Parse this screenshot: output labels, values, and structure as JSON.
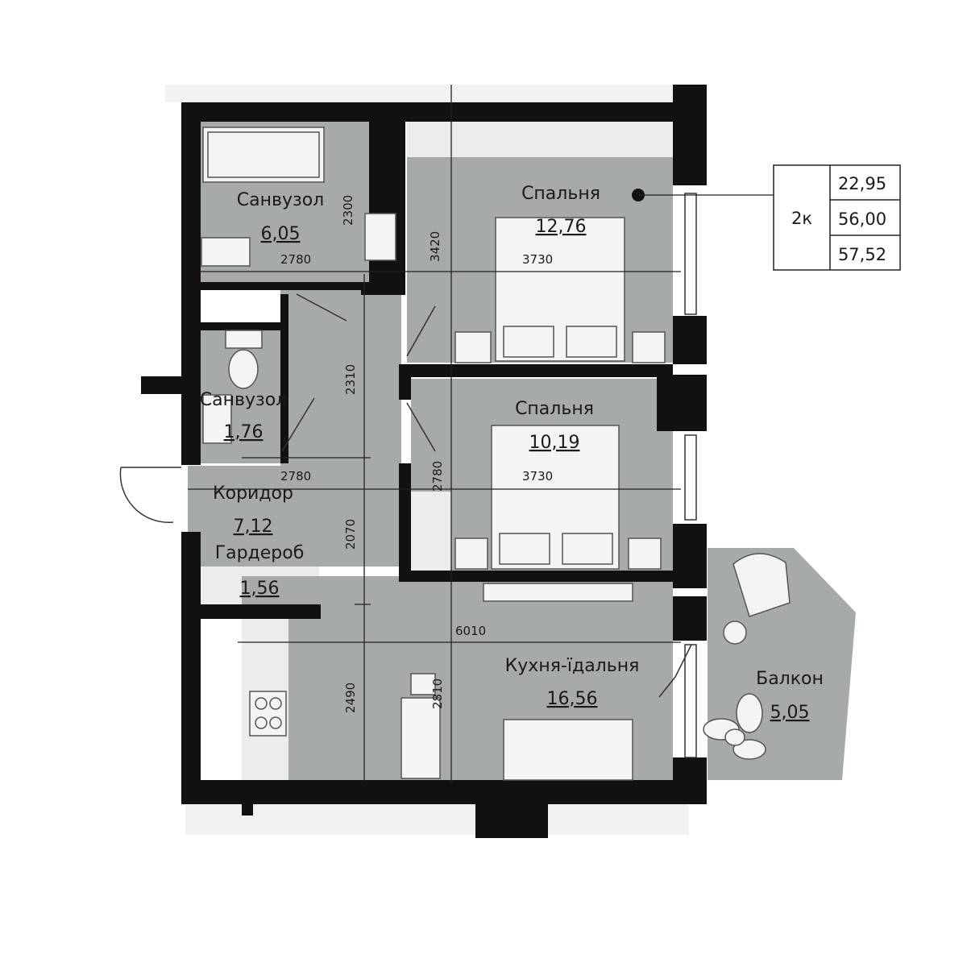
{
  "colors": {
    "wall": "#111111",
    "floor": "#a6aaa8",
    "light_floor": "#ebecec",
    "furniture": "#f4f4f4",
    "line": "#222222"
  },
  "legend": {
    "rooms": "2к",
    "living_area": "22,95",
    "total_area": "56,00",
    "total_with_balcony": "57,52"
  },
  "rooms": [
    {
      "id": "bathroom-main",
      "name": "Санвузол",
      "area": "6,05"
    },
    {
      "id": "bedroom-1",
      "name": "Спальня",
      "area": "12,76"
    },
    {
      "id": "bathroom-small",
      "name": "Санвузол",
      "area": "1,76"
    },
    {
      "id": "bedroom-2",
      "name": "Спальня",
      "area": "10,19"
    },
    {
      "id": "corridor",
      "name": "Коридор",
      "area": "7,12"
    },
    {
      "id": "wardrobe",
      "name": "Гардероб",
      "area": "1,56"
    },
    {
      "id": "kitchen",
      "name": "Кухня-їдальня",
      "area": "16,56"
    },
    {
      "id": "balcony",
      "name": "Балкон",
      "area": "5,05"
    }
  ],
  "dimensions": {
    "d2300": "2300",
    "d3420": "3420",
    "d2780a": "2780",
    "d3730a": "3730",
    "d2310": "2310",
    "d2780b": "2780",
    "d2780c": "2780",
    "d3730b": "3730",
    "d2070": "2070",
    "d6010": "6010",
    "d2490": "2490",
    "d2810": "2810"
  }
}
